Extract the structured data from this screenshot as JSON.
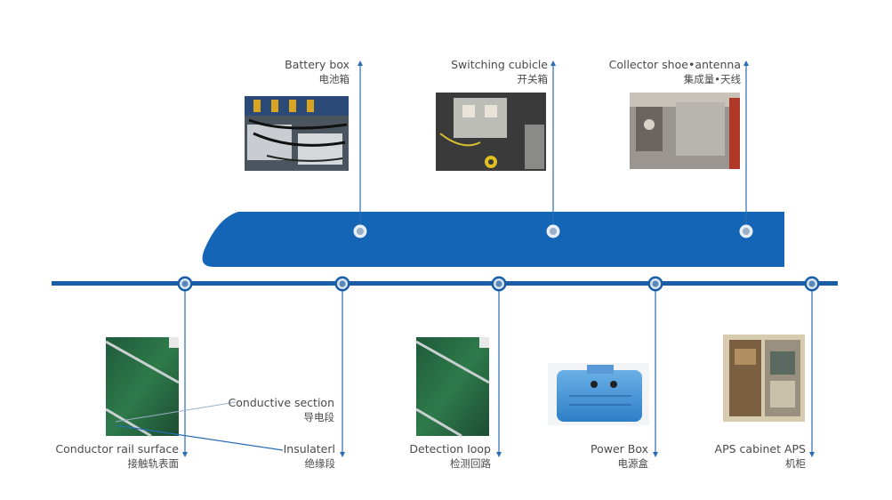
{
  "colors": {
    "train_body": "#1565b6",
    "rail_line": "#1a5ea8",
    "connector": "#2a6db3",
    "label_text": "#4a4a4a"
  },
  "top_items": [
    {
      "en": "Battery box",
      "zh": "电池箱",
      "image": "battery-box-photo"
    },
    {
      "en": "Switching cubicle",
      "zh": "开关箱",
      "image": "switching-cubicle-photo"
    },
    {
      "en": "Collector shoe•antenna",
      "zh": "集成量•天线",
      "image": "collector-shoe-photo"
    }
  ],
  "bottom_items": [
    {
      "en": "Conductor rail surface",
      "zh": "接触轨表面"
    },
    {
      "en": "Insulaterl",
      "zh": "绝缘段"
    },
    {
      "en": "Detection Ioop",
      "zh": "检测回路"
    },
    {
      "en": "Power Box",
      "zh": "电源盒"
    },
    {
      "en": "APS cabinet APS",
      "zh": "机柜"
    }
  ],
  "callout": {
    "en": "Conductive section",
    "zh": "导电段"
  }
}
